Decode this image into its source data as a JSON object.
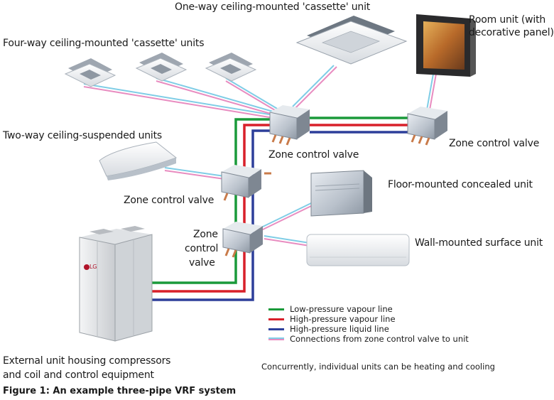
{
  "colors": {
    "low_pressure_vapour": "#1a9a3a",
    "high_pressure_vapour": "#d8202a",
    "high_pressure_liquid": "#2d3f9a",
    "connection_blue": "#7fcde6",
    "connection_pink": "#e88cc0"
  },
  "labels": {
    "one_way_cassette": "One-way ceiling-mounted 'cassette' unit",
    "room_unit_line1": "Room unit (with",
    "room_unit_line2": "decorative panel)",
    "four_way_cassette": "Four-way ceiling-mounted 'cassette' units",
    "two_way_suspended": "Two-way ceiling-suspended units",
    "zone_valve_top_center": "Zone control valve",
    "zone_valve_top_right": "Zone control valve",
    "zone_valve_middle": "Zone control valve",
    "zone_valve_lower_line1": "Zone",
    "zone_valve_lower_line2": "control",
    "zone_valve_lower_line3": "valve",
    "floor_mounted": "Floor-mounted concealed unit",
    "wall_mounted": "Wall-mounted surface unit",
    "external_unit_line1": "External unit housing compressors",
    "external_unit_line2": "and coil and control equipment",
    "outdoor_brand": "LG"
  },
  "legend": [
    {
      "label": "Low-pressure vapour line",
      "color_key": "low_pressure_vapour"
    },
    {
      "label": "High-pressure vapour line",
      "color_key": "high_pressure_vapour"
    },
    {
      "label": "High-pressure liquid line",
      "color_key": "high_pressure_liquid"
    },
    {
      "label": "Connections from zone control valve to unit",
      "color_key": "connection_blue"
    }
  ],
  "note": "Concurrently, individual units can be heating and cooling",
  "caption": "Figure 1: An example three-pipe VRF system"
}
